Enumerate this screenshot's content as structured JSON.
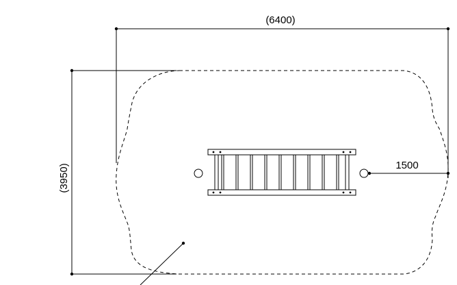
{
  "dimensions": {
    "width_label": "(6400)",
    "height_label": "(3950)",
    "offset_label": "1500"
  },
  "colors": {
    "line": "#000000",
    "background": "#ffffff"
  }
}
